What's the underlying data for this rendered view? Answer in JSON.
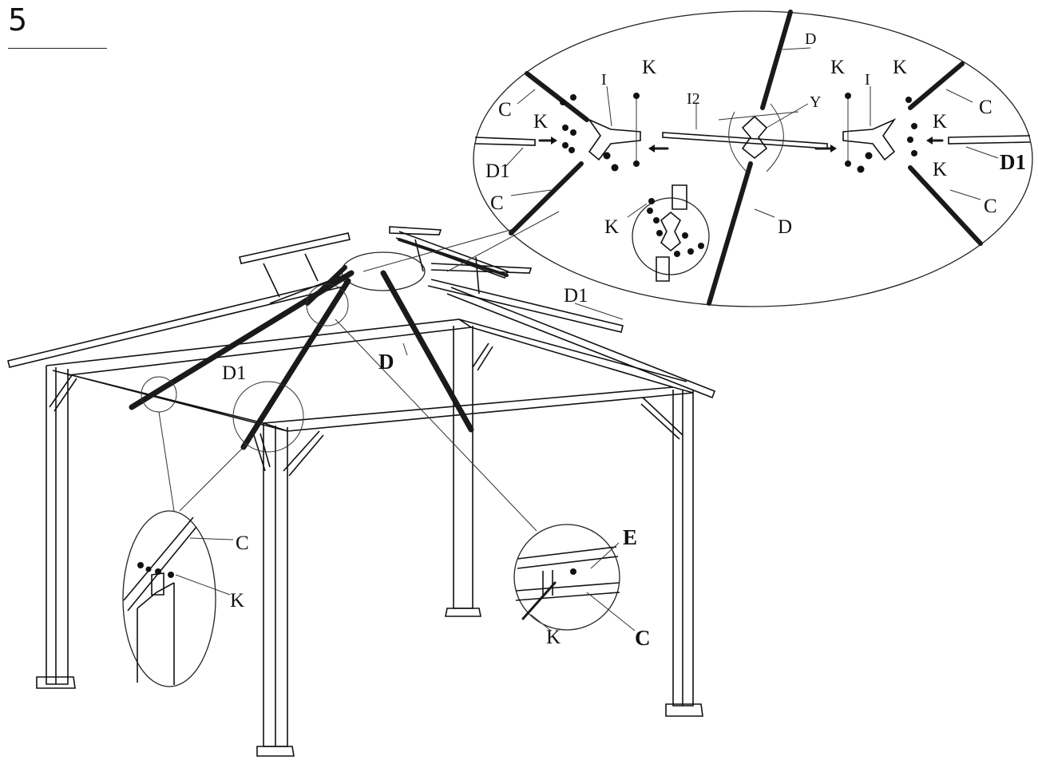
{
  "step": {
    "number": "5"
  },
  "labels": {
    "c": "C",
    "d": "D",
    "d1": "D1",
    "e": "E",
    "i": "I",
    "i2": "I2",
    "k": "K",
    "y": "Y"
  },
  "colors": {
    "ink": "#111111",
    "background": "#ffffff"
  }
}
